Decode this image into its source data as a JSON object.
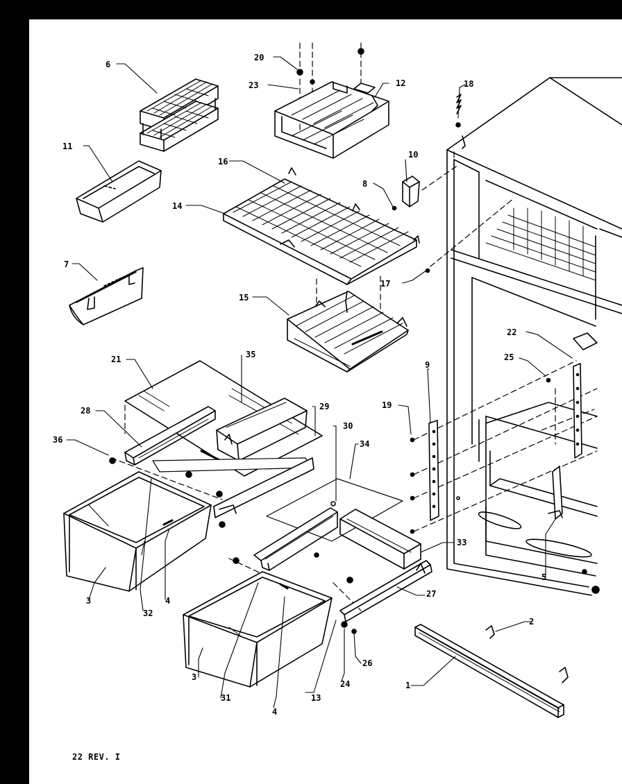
{
  "colors": {
    "ink": "#000000",
    "paper": "#ffffff",
    "border": "#000000"
  },
  "labels": {
    "p1": "1",
    "p2": "2",
    "p3a": "3",
    "p3b": "3",
    "p4a": "4",
    "p4b": "4",
    "p5": "5",
    "p6": "6",
    "p7": "7",
    "p8": "8",
    "p9": "9",
    "p10": "10",
    "p11": "11",
    "p12": "12",
    "p13": "13",
    "p14": "14",
    "p15": "15",
    "p16": "16",
    "p17": "17",
    "p18": "18",
    "p19": "19",
    "p20": "20",
    "p21": "21",
    "p22": "22",
    "p23": "23",
    "p24": "24",
    "p25": "25",
    "p26": "26",
    "p27": "27",
    "p28": "28",
    "p29": "29",
    "p30": "30",
    "p31": "31",
    "p32": "32",
    "p33": "33",
    "p34": "34",
    "p35": "35",
    "p36": "36"
  },
  "footer": {
    "revision": "22 REV. I"
  }
}
